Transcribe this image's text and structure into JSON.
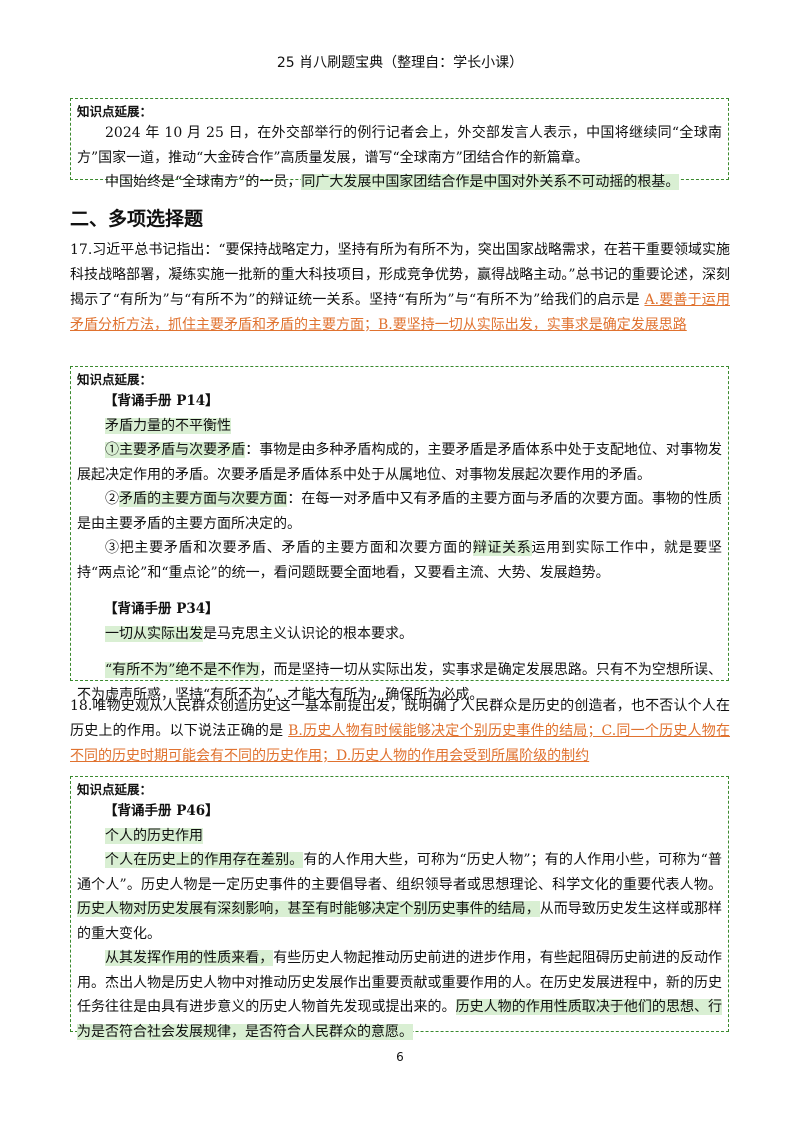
{
  "header": "25 肖八刷题宝典（整理自：学长小课）",
  "box1": {
    "title": "知识点延展：",
    "p1": "2024 年 10 月 25 日，在外交部举行的例行记者会上，外交部发言人表示，中国将继续同“全球南方”国家一道，推动“大金砖合作”高质量发展，谱写“全球南方”团结合作的新篇章。",
    "p2_plain": "中国始终是“全球南方”的一员，",
    "p2_hl": "同广大发展中国家团结合作是中国对外关系不可动摇的根基。"
  },
  "section_title": "二、多项选择题",
  "q17": {
    "text": "17.习近平总书记指出：“要保持战略定力，坚持有所为有所不为，突出国家战略需求，在若干重要领域实施科技战略部署，凝练实施一批新的重大科技项目，形成竞争优势，赢得战略主动。”总书记的重要论述，深刻揭示了“有所为”与“有所不为”的辩证统一关系。坚持“有所为”与“有所不为”给我们的启示是 ",
    "answer": "A.要善于运用矛盾分析方法，抓住主要矛盾和矛盾的主要方面；B.要坚持一切从实际出发，实事求是确定发展思路"
  },
  "box2": {
    "title": "知识点延展：",
    "sub1": "【背诵手册 P14】",
    "topic1": "矛盾力量的不平衡性",
    "i1_hl": "①主要矛盾与次要矛盾",
    "i1_text": "：事物是由多种矛盾构成的，主要矛盾是矛盾体系中处于支配地位、对事物发展起决定作用的矛盾。次要矛盾是矛盾体系中处于从属地位、对事物发展起次要作用的矛盾。",
    "i2_pre": "②",
    "i2_hl": "矛盾的主要方面与次要方面",
    "i2_text": "：在每一对矛盾中又有矛盾的主要方面与矛盾的次要方面。事物的性质是由主要矛盾的主要方面所决定的。",
    "i3_pre": "③把主要矛盾和次要矛盾、矛盾的主要方面和次要方面的",
    "i3_hl": "辩证关系",
    "i3_text": "运用到实际工作中，就是要坚持“两点论”和“重点论”的统一，看问题既要全面地看，又要看主流、大势、发展趋势。",
    "sub2": "【背诵手册 P34】",
    "line1_hl": "一切从实际出发",
    "line1_text": "是马克思主义认识论的根本要求。",
    "line2_hl": "“有所不为”绝不是不作为",
    "line2_text": "，而是坚持一切从实际出发，实事求是确定发展思路。只有不为空想所误、不为虚声所惑，坚持“有所不为”，才能大有所为，确保所为必成。"
  },
  "q18": {
    "text": "18.唯物史观从人民群众创造历史这一基本前提出发，既明确了人民群众是历史的创造者，也不否认个人在历史上的作用。以下说法正确的是 ",
    "answer": "B.历史人物有时候能够决定个别历史事件的结局；C.同一个历史人物在不同的历史时期可能会有不同的历史作用；D.历史人物的作用会受到所属阶级的制约"
  },
  "box3": {
    "title": "知识点延展：",
    "sub": "【背诵手册 P46】",
    "topic": "个人的历史作用",
    "p1_hl": "个人在历史上的作用存在差别。",
    "p1_text": "有的人作用大些，可称为“历史人物”；有的人作用小些，可称为“普通个人”。历史人物是一定历史事件的主要倡导者、组织领导者或思想理论、科学文化的重要代表人物。",
    "p1_hl2": "历史人物对历史发展有深刻影响，甚至有时能够决定个别历史事件的结局，",
    "p1_text2": "从而导致历史发生这样或那样的重大变化。",
    "p2_hl": "从其发挥作用的性质来看，",
    "p2_text": "有些历史人物起推动历史前进的进步作用，有些起阻碍历史前进的反动作用。杰出人物是历史人物中对推动历史发展作出重要贡献或重要作用的人。在历史发展进程中，新的历史任务往往是由具有进步意义的历史人物首先发现或提出来的。",
    "p2_hl2": "历史人物的作用性质取决于他们的思想、行为是否符合社会发展规律，是否符合人民群众的意愿。"
  },
  "page_number": "6"
}
